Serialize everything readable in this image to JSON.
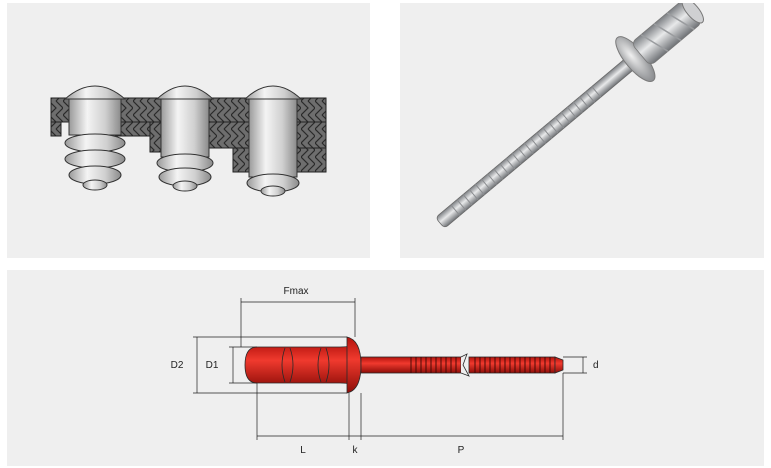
{
  "panels": {
    "cross_section": {
      "icon": "rivet-cross-section-illustration"
    },
    "product_photo": {
      "icon": "blind-rivet-photo-illustration"
    },
    "dimension_drawing": {
      "icon": "rivet-dimension-drawing"
    }
  },
  "dimensions": {
    "fmax": "Fmax",
    "d2": "D2",
    "d1": "D1",
    "d": "d",
    "l": "L",
    "k": "k",
    "p": "P"
  },
  "colors": {
    "panel_bg": "#efefef",
    "rivet_red": "#e0241b",
    "plate_gray": "#6e6e6e"
  }
}
